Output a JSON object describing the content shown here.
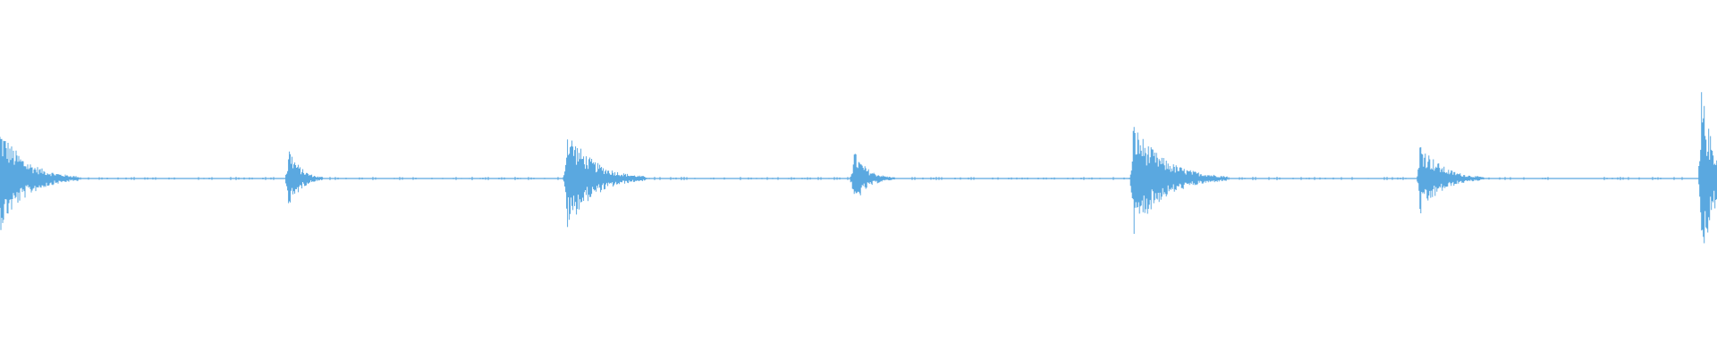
{
  "waveform": {
    "color": "#5aa8e0",
    "background": "#ffffff",
    "hits": [
      {
        "time": 0.0,
        "amplitude": 0.3,
        "decay": 0.021
      },
      {
        "time": 0.168,
        "amplitude": 0.2,
        "decay": 0.009
      },
      {
        "time": 0.33,
        "amplitude": 0.3,
        "decay": 0.021
      },
      {
        "time": 0.497,
        "amplitude": 0.17,
        "decay": 0.011
      },
      {
        "time": 0.66,
        "amplitude": 0.32,
        "decay": 0.025
      },
      {
        "time": 0.827,
        "amplitude": 0.22,
        "decay": 0.017
      },
      {
        "time": 0.991,
        "amplitude": 0.52,
        "decay": 0.01
      }
    ]
  }
}
